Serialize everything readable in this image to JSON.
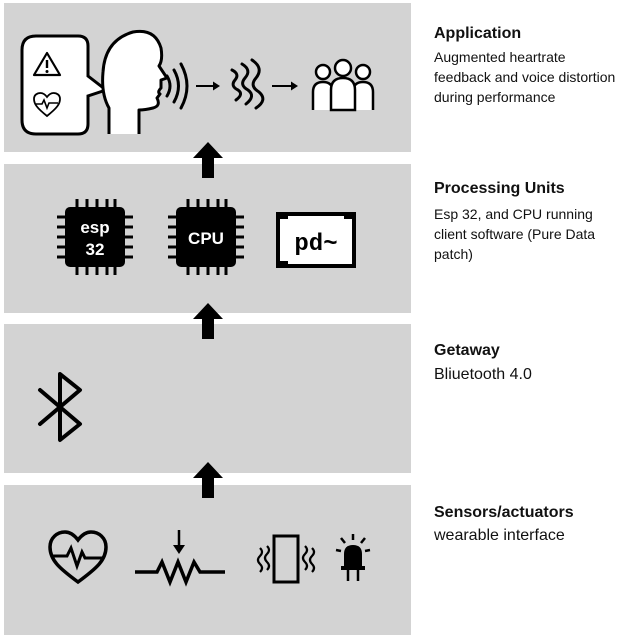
{
  "layers": [
    {
      "title": "Application",
      "description": "Augmented heartrate feedback and voice distortion during performance"
    },
    {
      "title": "Processing Units",
      "description": "Esp 32, and CPU running client software (Pure Data patch)"
    },
    {
      "title": "Getaway",
      "description": "Bliuetooth 4.0"
    },
    {
      "title": "Sensors/actuators",
      "description": "wearable interface"
    }
  ],
  "chips": {
    "esp_line1": "esp",
    "esp_line2": "32",
    "cpu": "CPU",
    "pd": "pd~"
  },
  "colors": {
    "layer_bg": "#d3d3d3",
    "icon": "#000000"
  },
  "icons": [
    "warning-icon",
    "heartbeat-icon",
    "speaking-head-icon",
    "sound-waves-icon",
    "distorted-waves-icon",
    "audience-icon",
    "esp32-chip-icon",
    "cpu-chip-icon",
    "pure-data-icon",
    "bluetooth-icon",
    "heart-rate-sensor-icon",
    "potentiometer-icon",
    "vibration-motor-icon",
    "led-icon"
  ]
}
